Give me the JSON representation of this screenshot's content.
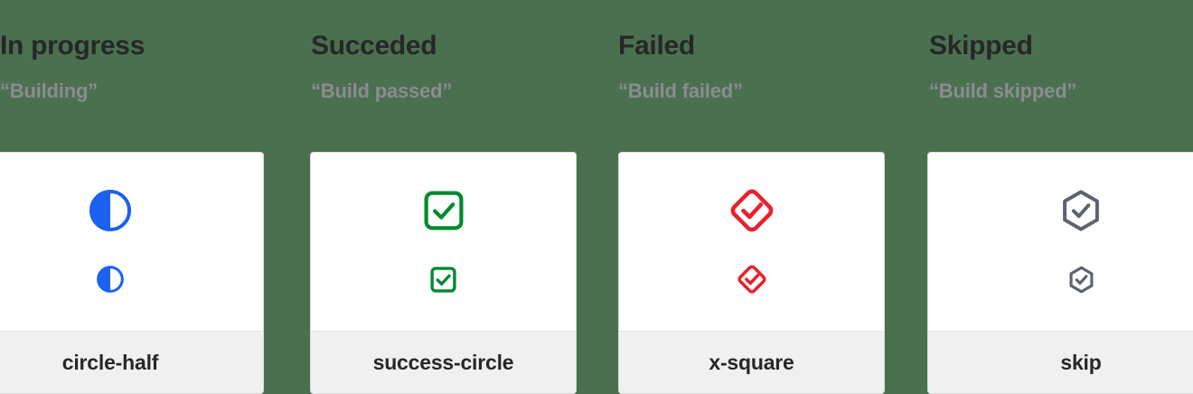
{
  "page": {
    "background_color": "#4a7050",
    "card_background": "#ffffff",
    "card_footer_background": "#f0f0f0",
    "title_color": "#272727",
    "subtitle_color": "#8c8c92"
  },
  "columns": [
    {
      "title": "In progress",
      "subtitle": "“Building”",
      "icon_name": "circle-half-icon",
      "icon_color": "#1a62ef",
      "card_label": "circle-half"
    },
    {
      "title": "Succeded",
      "subtitle": "“Build passed”",
      "icon_name": "success-circle-icon",
      "icon_color": "#00892e",
      "card_label": "success-circle"
    },
    {
      "title": "Failed",
      "subtitle": "“Build failed”",
      "icon_name": "x-square-icon",
      "icon_color": "#e8212c",
      "card_label": "x-square"
    },
    {
      "title": "Skipped",
      "subtitle": "“Build skipped”",
      "icon_name": "skip-icon",
      "icon_color": "#5c6370",
      "card_label": "skip"
    }
  ]
}
